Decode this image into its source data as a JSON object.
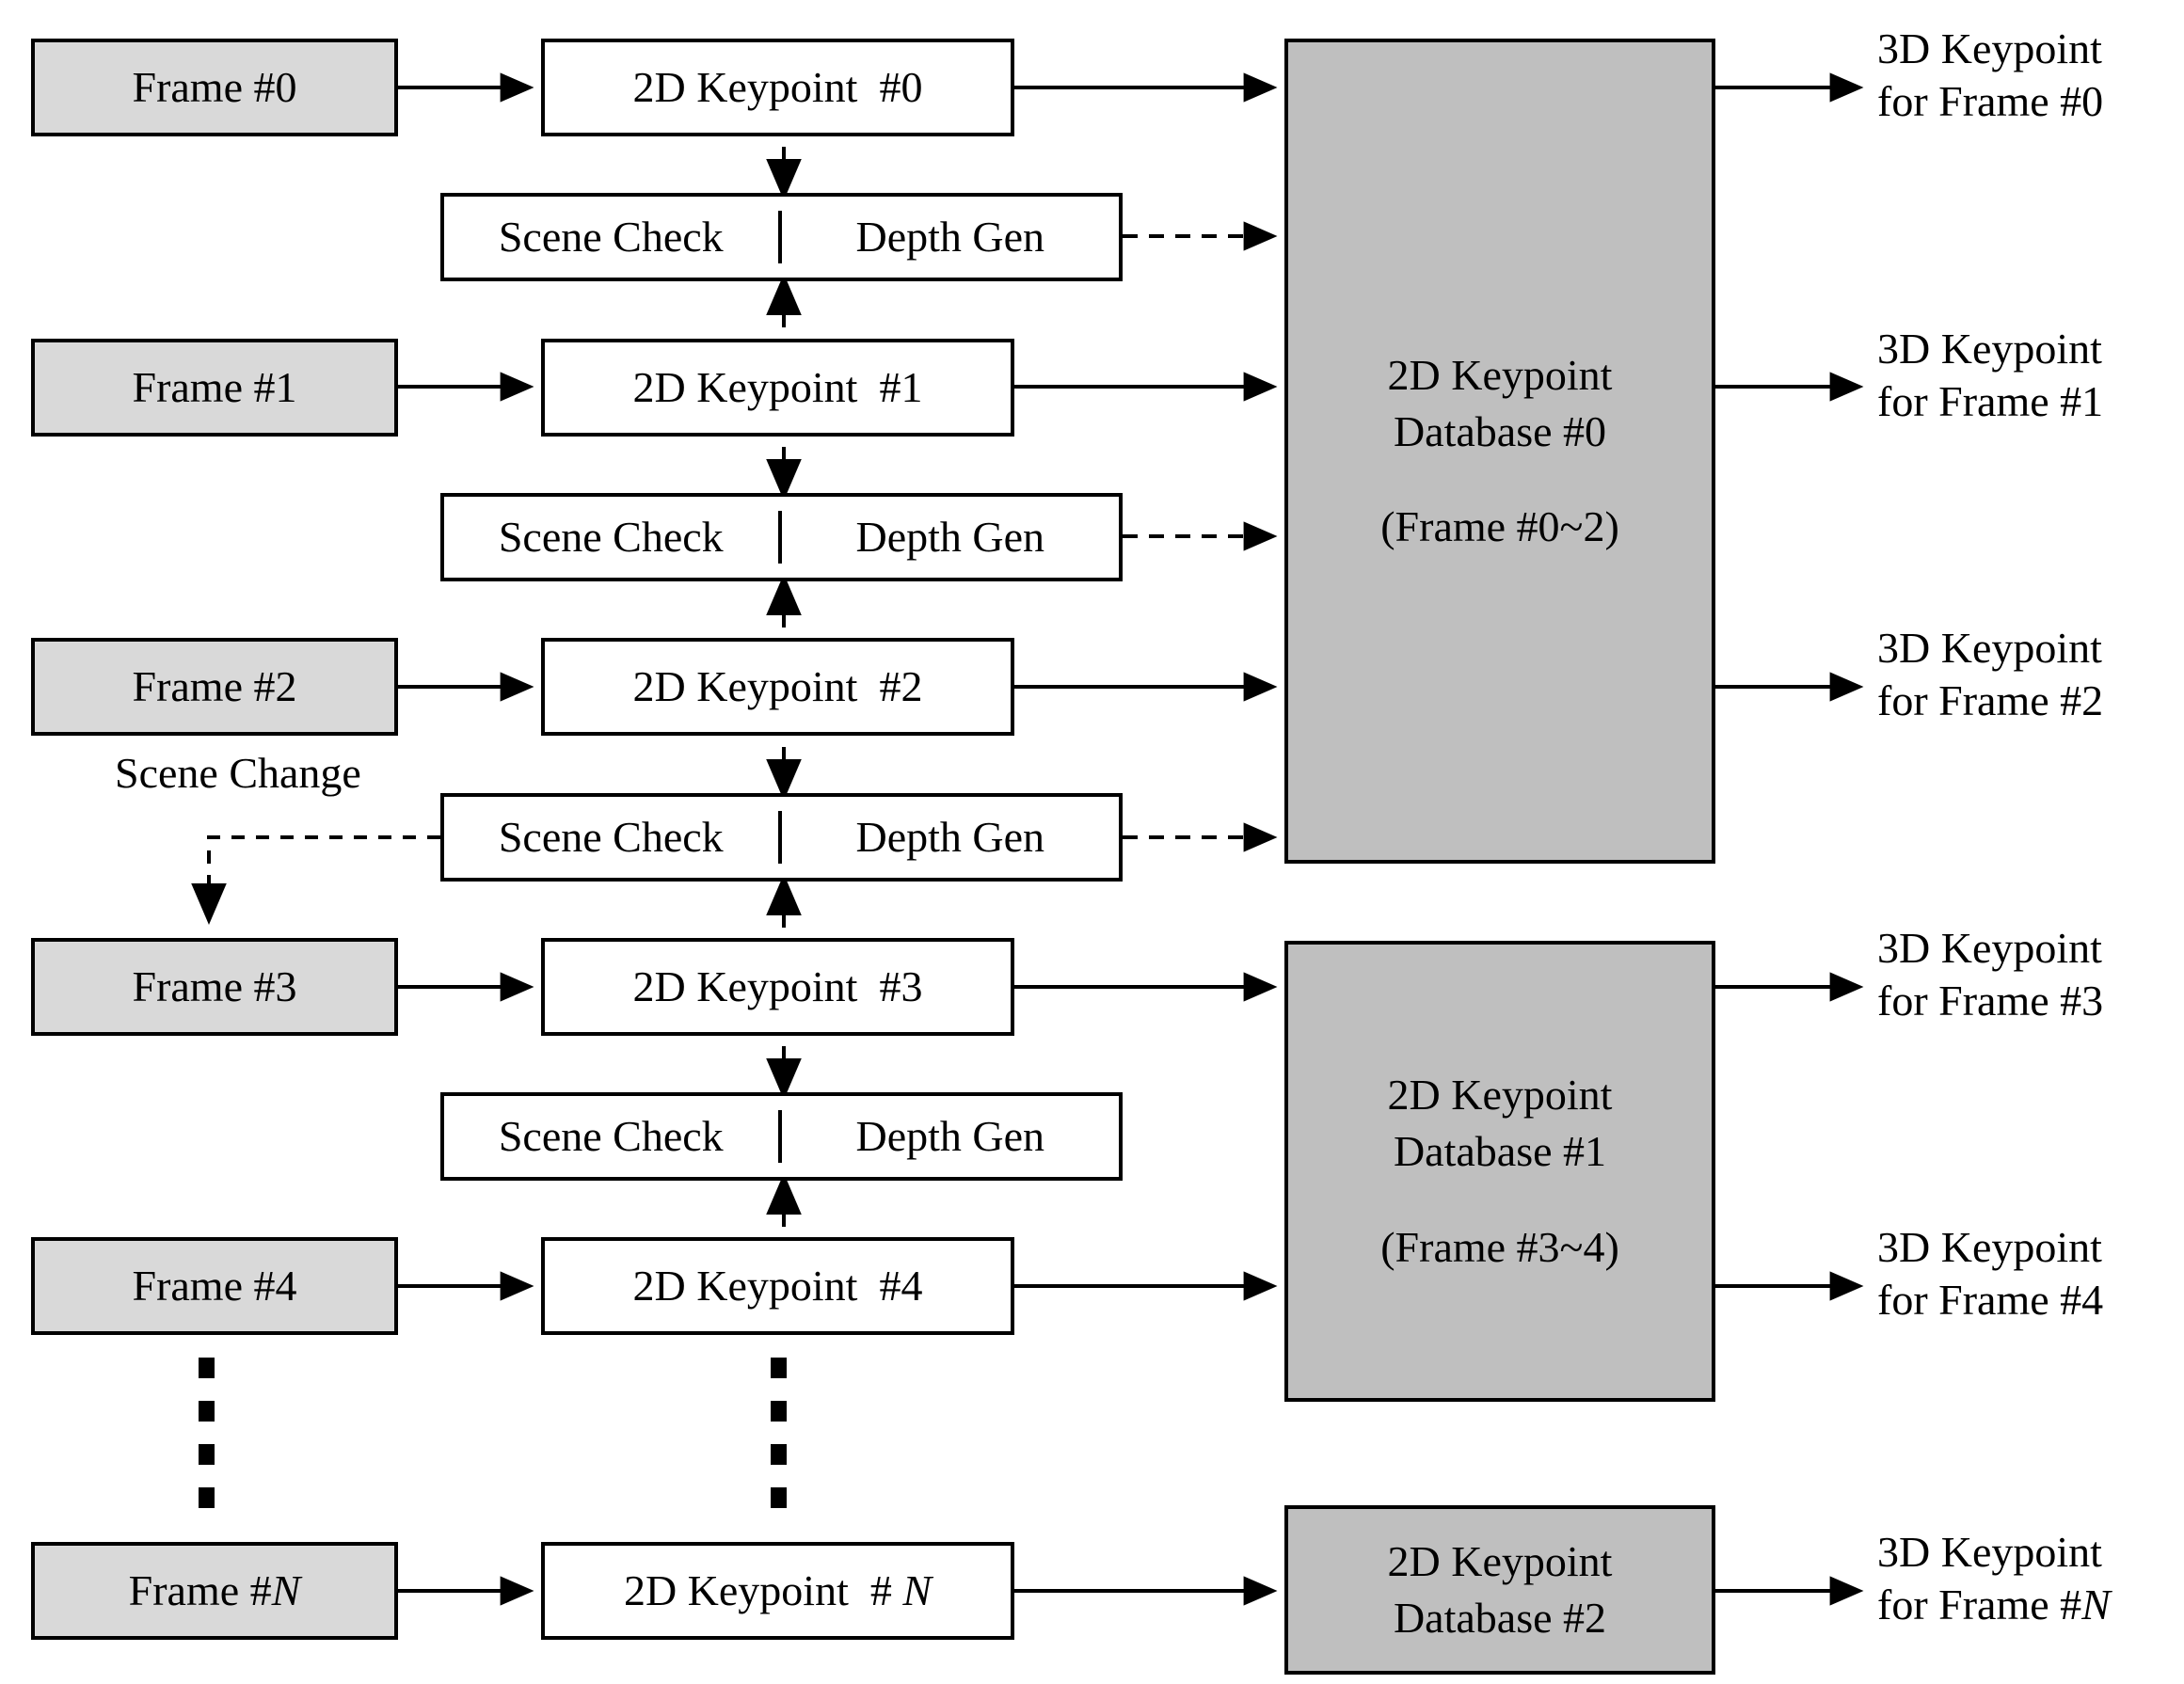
{
  "diagram": {
    "title": "2D/3D Keypoint pipeline with scene change detection",
    "colors": {
      "frame_fill": "#d9d9d9",
      "database_fill": "#bfbfbf",
      "box_stroke": "#000000",
      "canvas": "#ffffff"
    },
    "frames": [
      {
        "label": "Frame #0"
      },
      {
        "label": "Frame #1"
      },
      {
        "label": "Frame #2"
      },
      {
        "label": "Frame #3"
      },
      {
        "label": "Frame #4"
      },
      {
        "label": "Frame #N"
      }
    ],
    "keypoints": [
      {
        "label": "2D Keypoint  #0"
      },
      {
        "label": "2D Keypoint  #1"
      },
      {
        "label": "2D Keypoint  #2"
      },
      {
        "label": "2D Keypoint  #3"
      },
      {
        "label": "2D Keypoint  #4"
      },
      {
        "label": "2D Keypoint  # N"
      }
    ],
    "processors": [
      {
        "scene_check": "Scene Check",
        "depth_gen": "Depth Gen"
      },
      {
        "scene_check": "Scene Check",
        "depth_gen": "Depth Gen"
      },
      {
        "scene_check": "Scene Check",
        "depth_gen": "Depth Gen"
      },
      {
        "scene_check": "Scene Check",
        "depth_gen": "Depth Gen"
      }
    ],
    "databases": [
      {
        "title": "2D Keypoint\nDatabase #0",
        "range": "(Frame #0~2)"
      },
      {
        "title": "2D Keypoint\nDatabase #1",
        "range": "(Frame #3~4)"
      },
      {
        "title": "2D Keypoint\nDatabase #2",
        "range": ""
      }
    ],
    "outputs": [
      {
        "label": "3D Keypoint\nfor Frame #0"
      },
      {
        "label": "3D Keypoint\nfor Frame #1"
      },
      {
        "label": "3D Keypoint\nfor Frame #2"
      },
      {
        "label": "3D Keypoint\nfor Frame #3"
      },
      {
        "label": "3D Keypoint\nfor Frame #4"
      },
      {
        "label": "3D Keypoint\nfor Frame #N"
      }
    ],
    "annotations": {
      "scene_change": "Scene Change"
    },
    "ellipsis": {
      "glyph": "dotted-vertical-ellipsis",
      "count": 2
    }
  }
}
